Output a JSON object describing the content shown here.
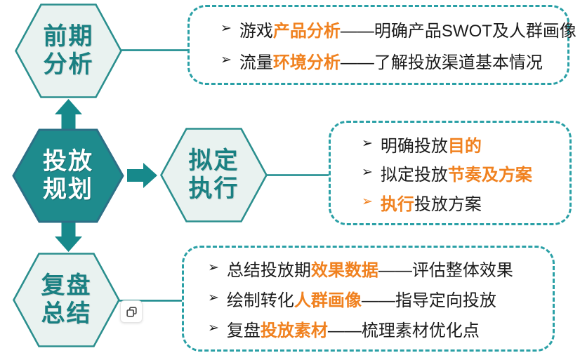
{
  "colors": {
    "teal_fill": "#1e8b8d",
    "teal_dark_border": "#2d7086",
    "light_fill": "#e9f2f0",
    "light_border": "#2b8f8e",
    "hex_text": "#1a8082",
    "line": "#17898b",
    "dashed": "#2aa0a6",
    "orange": "#f0811f",
    "ink": "#1c1c1c",
    "copy_glyph": "#4a4a4a"
  },
  "bullet_marker": "➢",
  "hexagons": [
    {
      "id": "pre-analysis",
      "variant": "light",
      "label_lines": [
        "前期",
        "分析"
      ]
    },
    {
      "id": "launch-planning",
      "variant": "dark",
      "label_lines": [
        "投放",
        "规划"
      ]
    },
    {
      "id": "draft-execution",
      "variant": "light",
      "label_lines": [
        "拟定",
        "执行"
      ]
    },
    {
      "id": "review-summary",
      "variant": "light",
      "label_lines": [
        "复盘",
        "总结"
      ]
    }
  ],
  "boxes": [
    {
      "id": "pre-analysis-callout",
      "bullets": [
        {
          "marker": "black",
          "segments": [
            {
              "t": "游戏",
              "hl": false
            },
            {
              "t": "产品分析",
              "hl": true
            },
            {
              "t": "——明确产品SWOT及人群画像",
              "hl": false
            }
          ]
        },
        {
          "marker": "black",
          "segments": [
            {
              "t": "流量",
              "hl": false
            },
            {
              "t": "环境分析",
              "hl": true
            },
            {
              "t": "——了解投放渠道基本情况",
              "hl": false
            }
          ]
        }
      ]
    },
    {
      "id": "draft-execution-callout",
      "bullets": [
        {
          "marker": "black",
          "segments": [
            {
              "t": "明确投放",
              "hl": false
            },
            {
              "t": "目的",
              "hl": true
            }
          ]
        },
        {
          "marker": "black",
          "segments": [
            {
              "t": "拟定投放",
              "hl": false
            },
            {
              "t": "节奏及方案",
              "hl": true
            }
          ]
        },
        {
          "marker": "orange",
          "segments": [
            {
              "t": "执行",
              "hl": true
            },
            {
              "t": "投放方案",
              "hl": false
            }
          ]
        }
      ]
    },
    {
      "id": "review-summary-callout",
      "bullets": [
        {
          "marker": "black",
          "segments": [
            {
              "t": "总结投放期",
              "hl": false
            },
            {
              "t": "效果数据",
              "hl": true
            },
            {
              "t": "——评估整体效果",
              "hl": false
            }
          ]
        },
        {
          "marker": "black",
          "segments": [
            {
              "t": "绘制转化",
              "hl": false
            },
            {
              "t": "人群画像",
              "hl": true
            },
            {
              "t": "——指导定向投放",
              "hl": false
            }
          ]
        },
        {
          "marker": "black",
          "segments": [
            {
              "t": "复盘",
              "hl": false
            },
            {
              "t": "投放素材",
              "hl": true
            },
            {
              "t": "——梳理素材优化点",
              "hl": false
            }
          ]
        }
      ]
    }
  ],
  "icons": {
    "copy": "copy-icon"
  }
}
